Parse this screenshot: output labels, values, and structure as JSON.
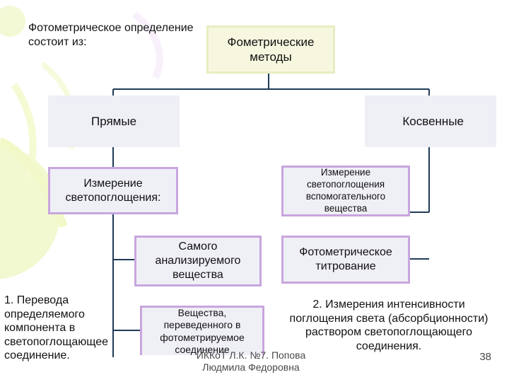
{
  "intro_text": "Фотометрическое определение состоит из:",
  "root": "Фометрические методы",
  "branch_left": "Прямые",
  "branch_right": "Косвенные",
  "left_sub": "Измерение светопоглощения:",
  "right_sub": "Измерение светопоглощения вспомогательного вещества",
  "self_analyzed": "Самого анализируемого вещества",
  "titration": "Фотометрическое титрование",
  "converted": "Вещества, переведенного в фотометрируемое соединение",
  "note_left": "1. Перевода определяемого компонента в светопоглощающее соединение.",
  "note_right": "2. Измерения интенсивности поглощения света (абсорбционности) раствором светопоглощающего соединения.",
  "footer_author": "ИККоТ Л.К. №7. Попова Людмила Федоровна",
  "page_number": "38",
  "colors": {
    "box_border": "#c8a6de",
    "box_fill": "#efeff6",
    "root_fill": "#f7f7e0",
    "line": "#1f3b57"
  }
}
